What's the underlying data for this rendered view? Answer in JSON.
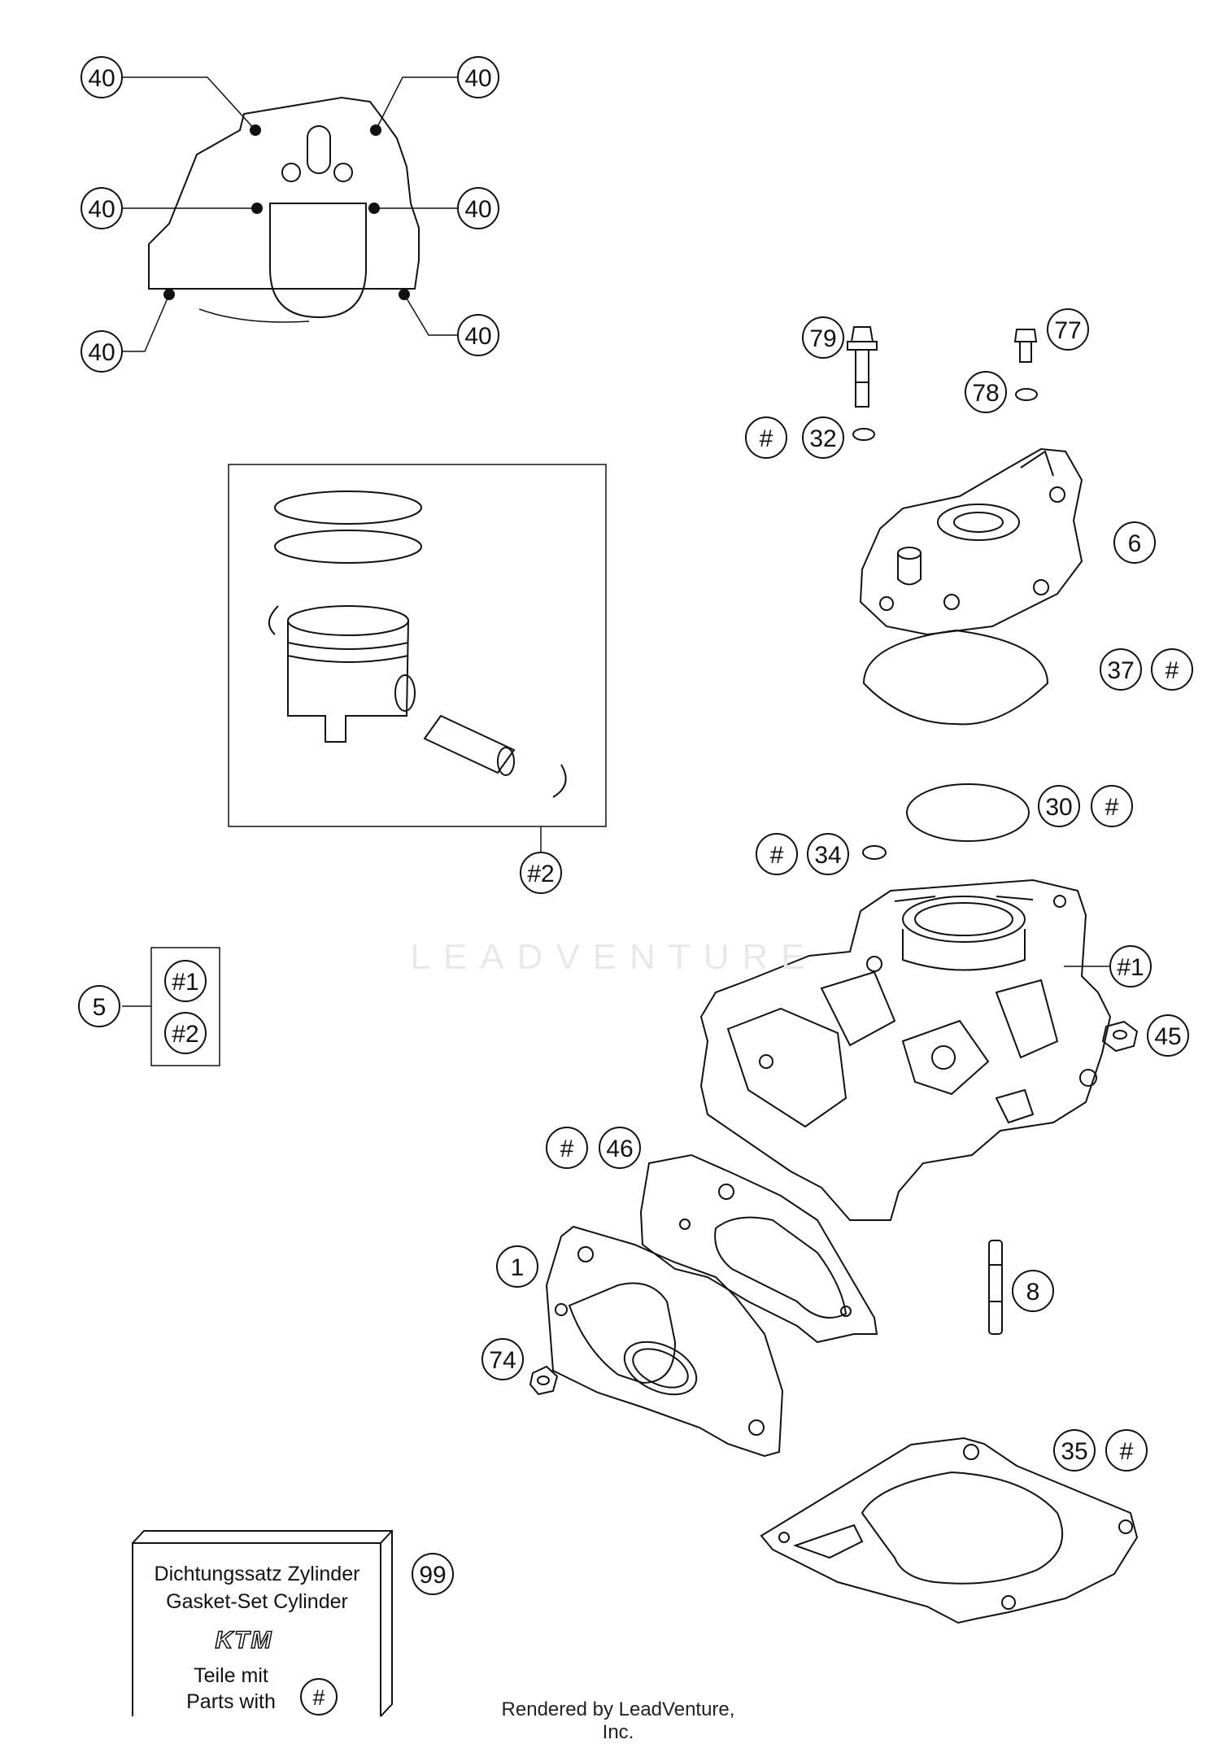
{
  "watermark": "LEADVENTURE",
  "footer": "Rendered by LeadVenture, Inc.",
  "kit": {
    "line1": "Dichtungssatz Zylinder",
    "line2": "Gasket-Set Cylinder",
    "logo": "KTM",
    "line3": "Teile mit",
    "line4": "Parts with",
    "mark": "#",
    "callout": "99"
  },
  "callouts": {
    "c40a": "40",
    "c40b": "40",
    "c40c": "40",
    "c40d": "40",
    "c40e": "40",
    "c40f": "40",
    "c79": "79",
    "c77": "77",
    "c78": "78",
    "c32h": "#",
    "c32": "32",
    "c6": "6",
    "c37": "37",
    "c37h": "#",
    "c30": "30",
    "c30h": "#",
    "c34h": "#",
    "c34": "34",
    "cpiston": "#2",
    "c5": "5",
    "c5a": "#1",
    "c5b": "#2",
    "ccyl": "#1",
    "c45": "45",
    "c46h": "#",
    "c46": "46",
    "c1": "1",
    "c8": "8",
    "c74": "74",
    "c35": "35",
    "c35h": "#"
  }
}
